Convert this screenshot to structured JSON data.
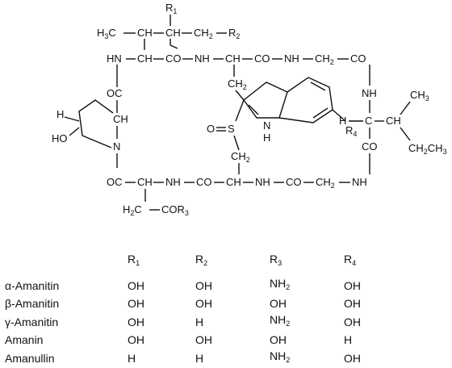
{
  "structure": {
    "labels": {
      "r1": "R",
      "r1_sub": "1",
      "h3c": "H",
      "h3c_sub": "3",
      "h3c_c": "C",
      "ch_top1": "CH",
      "ch_top2": "CH",
      "ch2_top": "CH",
      "ch2_top_sub": "2",
      "r2": "R",
      "r2_sub": "2",
      "hn_top": "HN",
      "ch_a": "CH",
      "co_a": "CO",
      "nh_a": "NH",
      "ch_b": "CH",
      "co_b": "CO",
      "nh_b": "NH",
      "ch2_gly": "CH",
      "ch2_gly_sub": "2",
      "co_right": "CO",
      "oc_left": "OC",
      "ch_pro": "CH",
      "h_left": "H",
      "ho_left": "HO",
      "n_pro": "N",
      "ch2_trp": "CH",
      "ch2_trp_sub": "2",
      "nh_right": "NH",
      "ch3_right": "CH",
      "ch3_right_sub": "3",
      "h_right": "H",
      "ch_right1": "C",
      "ch_right2": "CH",
      "co_right2": "CO",
      "ch2ch3": "CH",
      "ch2ch3_sub": "2",
      "ch2ch3_2": "CH",
      "ch2ch3_sub2": "3",
      "o_eq": "O",
      "s_atom": "S",
      "nh_indole": "N",
      "h_indole": "H",
      "r4": "R",
      "r4_sub": "4",
      "ch2_bot": "CH",
      "ch2_bot_sub": "2",
      "oc_bot": "OC",
      "ch_bot1": "CH",
      "nh_bot1": "NH",
      "co_bot": "CO",
      "ch_bot2": "CH",
      "nh_bot2": "NH",
      "co_bot2": "CO",
      "ch2_bot2": "CH",
      "ch2_bot2_sub": "2",
      "nh_bot3": "NH",
      "h2c": "H",
      "h2c_sub": "2",
      "h2c_c": "C",
      "cor3": "COR",
      "cor3_sub": "3"
    }
  },
  "table": {
    "headers": [
      "",
      "R",
      "R",
      "R",
      "R"
    ],
    "header_subs": [
      "",
      "1",
      "2",
      "3",
      "4"
    ],
    "rows": [
      [
        "α-Amanitin",
        "OH",
        "OH",
        "NH",
        "OH"
      ],
      [
        "β-Amanitin",
        "OH",
        "OH",
        "OH",
        "OH"
      ],
      [
        "γ-Amanitin",
        "OH",
        "H",
        "NH",
        "OH"
      ],
      [
        "Amanin",
        "OH",
        "OH",
        "OH",
        "H"
      ],
      [
        "Amanullin",
        "H",
        "H",
        "NH",
        "OH"
      ]
    ],
    "subs": [
      [
        "",
        "",
        "",
        "2",
        ""
      ],
      [
        "",
        "",
        "",
        "",
        ""
      ],
      [
        "",
        "",
        "",
        "2",
        ""
      ],
      [
        "",
        "",
        "",
        "",
        ""
      ],
      [
        "",
        "",
        "",
        "2",
        ""
      ]
    ]
  }
}
